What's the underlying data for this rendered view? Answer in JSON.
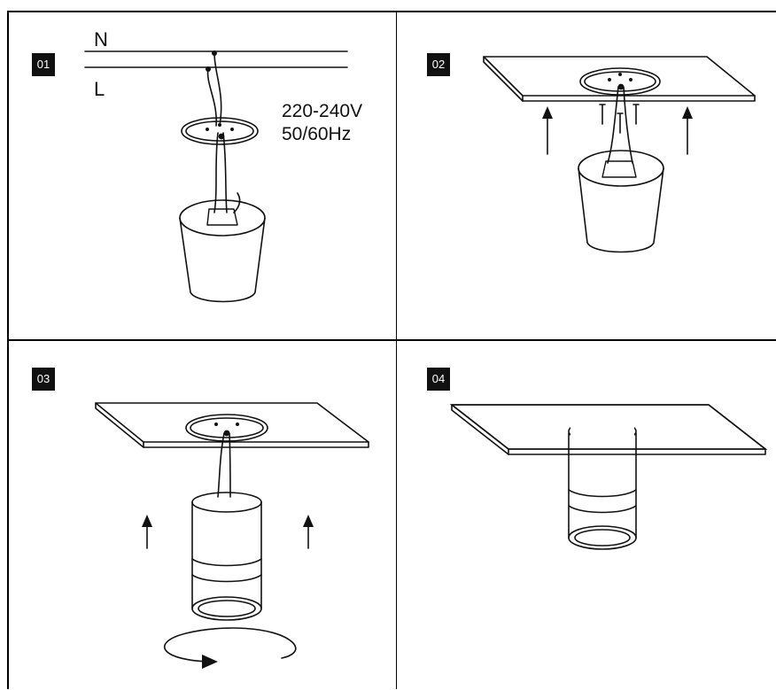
{
  "steps": [
    {
      "number": "01"
    },
    {
      "number": "02"
    },
    {
      "number": "03"
    },
    {
      "number": "04"
    }
  ],
  "wiring": {
    "neutral_label": "N",
    "live_label": "L",
    "voltage": "220-240V",
    "frequency": "50/60Hz"
  },
  "colors": {
    "line": "#111111",
    "badge_bg": "#111111",
    "badge_text": "#ffffff",
    "background": "#ffffff"
  }
}
